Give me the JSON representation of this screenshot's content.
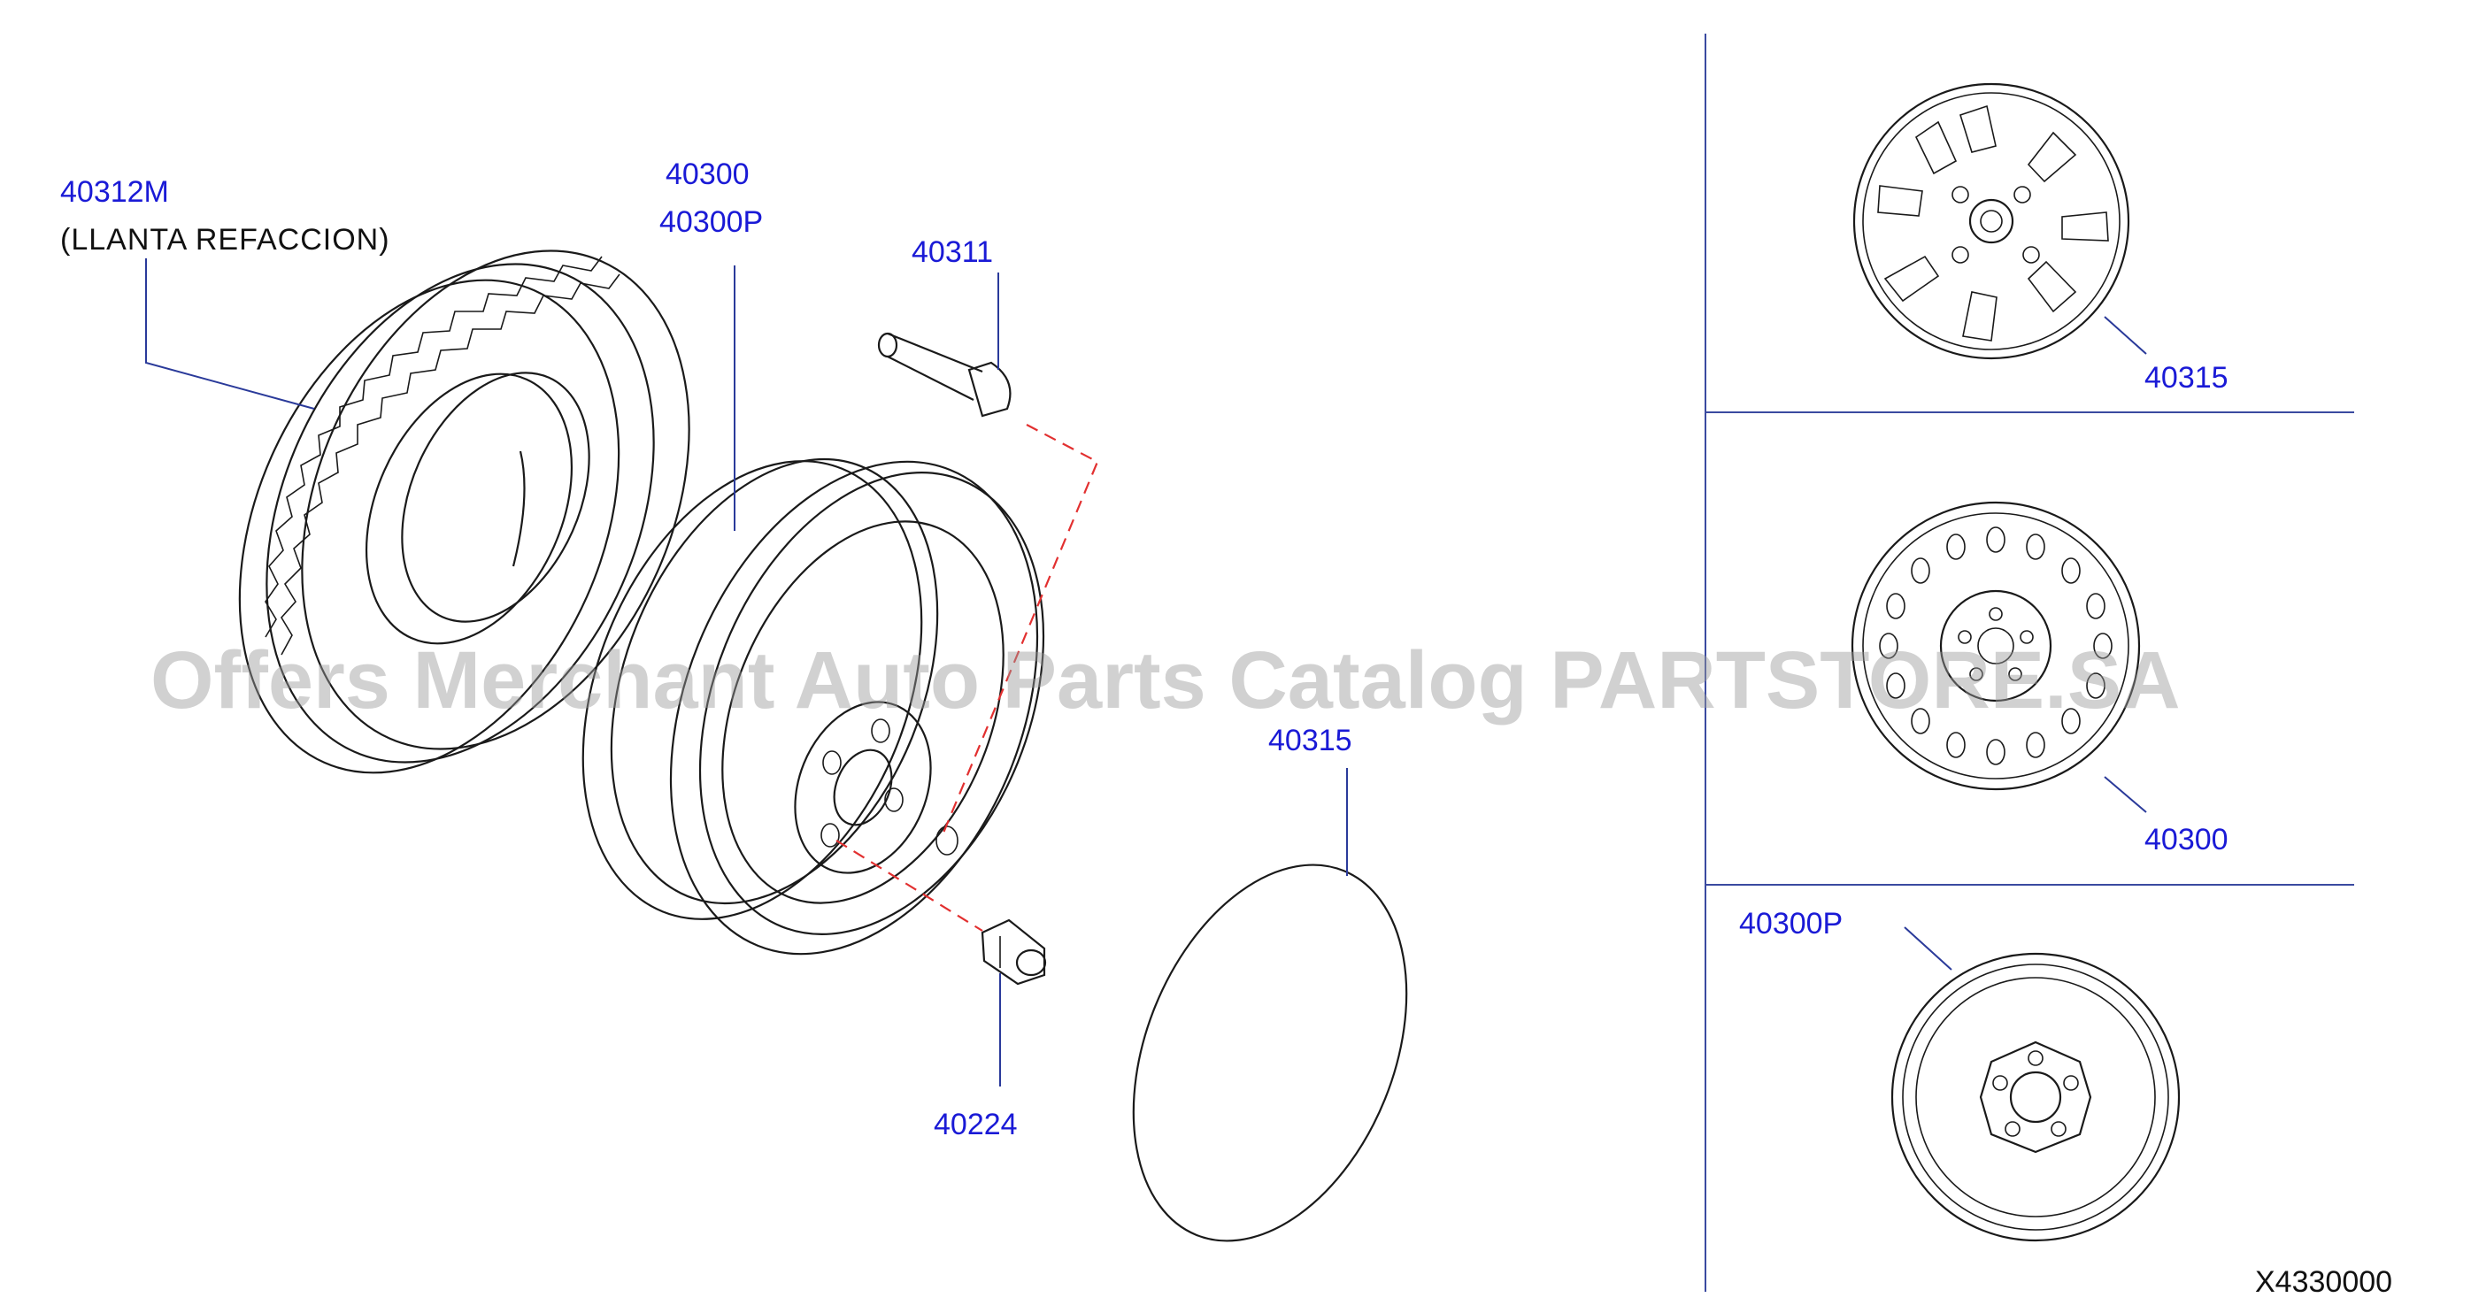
{
  "labels": {
    "spare_tire_code": "40312M",
    "spare_tire_desc": "(LLANTA  REFACCION)",
    "wheel_code": "40300",
    "wheel_code_p": "40300P",
    "valve_code": "40311",
    "cover_center_code": "40315",
    "nut_code": "40224",
    "panel_cover_code": "40315",
    "panel_steel_code": "40300",
    "panel_spare_code": "40300P"
  },
  "watermark": "Offers Merchant Auto Parts Catalog PARTSTORE.SA",
  "diagram_code": "X4330000",
  "colors": {
    "label_blue": "#1a1ad6",
    "leader_blue": "#2a3a9a",
    "dash_red": "#e23030",
    "line_black": "#1a1a1a"
  }
}
